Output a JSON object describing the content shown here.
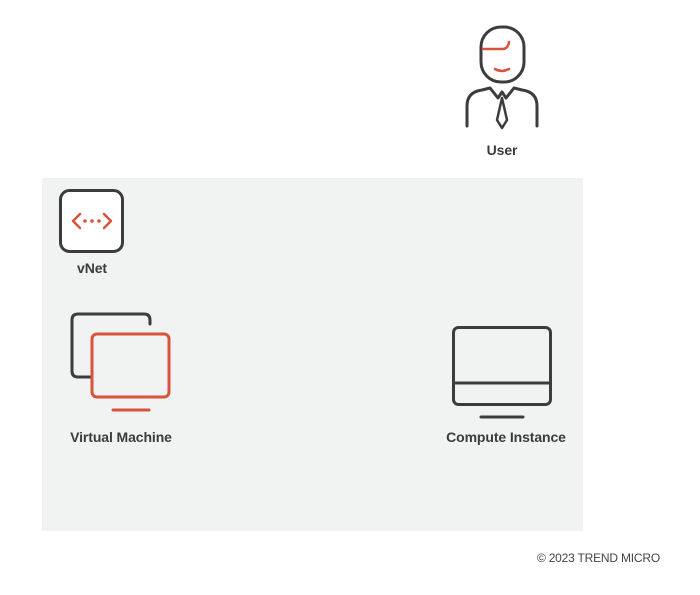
{
  "colors": {
    "accent": "#d9533b",
    "stroke": "#3c3c3c",
    "group_fill": "#f1f2f2"
  },
  "nodes": {
    "user": {
      "label": "User",
      "icon": "user-icon"
    },
    "vnet": {
      "label": "vNet",
      "icon": "vnet-icon"
    },
    "virtual_machine": {
      "label": "Virtual Machine",
      "icon": "virtual-machine-icon"
    },
    "compute_instance": {
      "label": "Compute Instance",
      "icon": "monitor-icon"
    }
  },
  "footer": {
    "copyright": "© 2023 TREND MICRO"
  }
}
